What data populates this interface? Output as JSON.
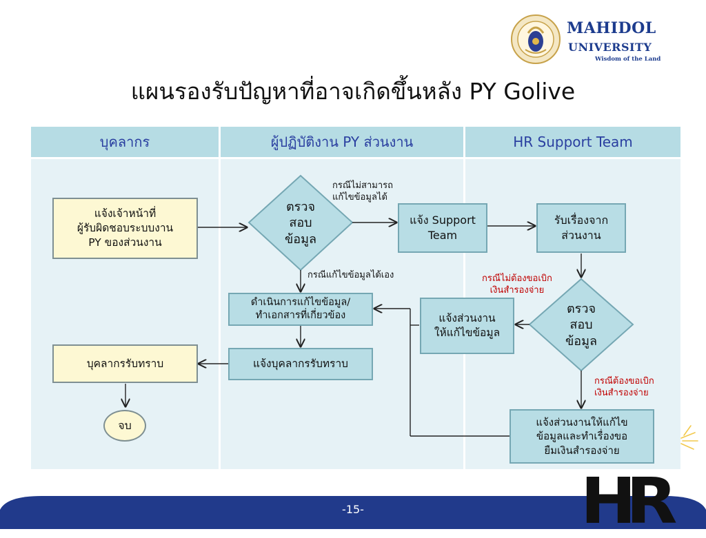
{
  "logo": {
    "name": "MAHIDOL",
    "sub": "UNIVERSITY",
    "motto": "Wisdom of the Land"
  },
  "title": "แผนรองรับปัญหาที่อาจเกิดขึ้นหลัง PY Golive",
  "lanes": [
    "บุคลากร",
    "ผู้ปฏิบัติงาน PY ส่วนงาน",
    "HR Support Team"
  ],
  "boxes": {
    "notify_officer": "แจ้งเจ้าหน้าที่\nผู้รับผิดชอบระบบงาน\nPY ของส่วนงาน",
    "check_1": "ตรวจ\nสอบ\nข้อมูล",
    "notify_support": "แจ้ง Support\nTeam",
    "receive_issue": "รับเรื่องจาก\nส่วนงาน",
    "fix_data": "ดำเนินการแก้ไขข้อมูล/\nทำเอกสารที่เกี่ยวข้อง",
    "notify_unit_fix": "แจ้งส่วนงาน\nให้แก้ไขข้อมูล",
    "check_2": "ตรวจ\nสอบ\nข้อมูล",
    "notify_staff": "แจ้งบุคลากรรับทราบ",
    "staff_ack": "บุคลากรรับทราบ",
    "end": "จบ",
    "notify_unit_advance": "แจ้งส่วนงานให้แก้ไข\nข้อมูลและทำเรื่องขอ\nยืมเงินสำรองจ่าย"
  },
  "notes": {
    "cannot_fix": "กรณีไม่สามารถ\nแก้ไขข้อมูลได้",
    "can_fix": "กรณีแก้ไขข้อมูลได้เอง",
    "no_advance": "กรณีไม่ต้องขอเบิก\nเงินสำรองจ่าย",
    "need_advance": "กรณีต้องขอเบิก\nเงินสำรองจ่าย"
  },
  "colors": {
    "lane_header": "#b6dce4",
    "lane_body": "#e6f2f6",
    "process_box": "#b8dde5",
    "person_box": "#fdf8d3",
    "red_note": "#c00000",
    "footer": "#213a8b",
    "brand_blue": "#1d3c8e"
  },
  "footer": {
    "page": "-15-"
  },
  "hr_mark": "HR",
  "icons": [
    "mahidol-seal-icon",
    "sun-rays-icon"
  ]
}
